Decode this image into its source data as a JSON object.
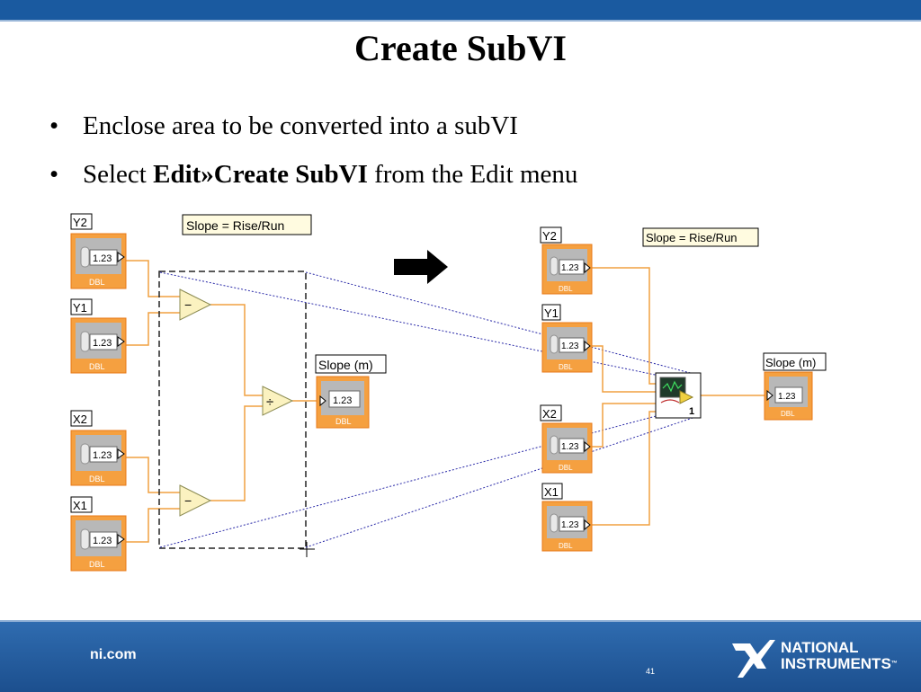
{
  "slide": {
    "title": "Create SubVI",
    "bullets": {
      "b1": "Enclose area to be converted into a subVI",
      "b2_prefix": "Select ",
      "b2_bold": "Edit»Create SubVI",
      "b2_suffix": " from the Edit menu"
    },
    "bullet_glyph": "•"
  },
  "diagram": {
    "before": {
      "controls": [
        {
          "label": "Y2",
          "value": "1.23",
          "type": "DBL"
        },
        {
          "label": "Y1",
          "value": "1.23",
          "type": "DBL"
        },
        {
          "label": "X2",
          "value": "1.23",
          "type": "DBL"
        },
        {
          "label": "X1",
          "value": "1.23",
          "type": "DBL"
        }
      ],
      "comment": "Slope = Rise/Run",
      "indicator": {
        "label": "Slope (m)",
        "value": "1.23",
        "type": "DBL"
      },
      "subtract_symbol": "−",
      "divide_symbol": "÷"
    },
    "arrow_icon": "right-arrow-icon",
    "after": {
      "controls": [
        {
          "label": "Y2",
          "value": "1.23",
          "type": "DBL"
        },
        {
          "label": "Y1",
          "value": "1.23",
          "type": "DBL"
        },
        {
          "label": "X2",
          "value": "1.23",
          "type": "DBL"
        },
        {
          "label": "X1",
          "value": "1.23",
          "type": "DBL"
        }
      ],
      "comment": "Slope = Rise/Run",
      "indicator": {
        "label": "Slope (m)",
        "value": "1.23",
        "type": "DBL"
      },
      "subvi_output_number": "1"
    }
  },
  "footer": {
    "site": "ni.com",
    "page_number": "41",
    "logo_line1": "NATIONAL",
    "logo_line2": "INSTRUMENTS",
    "logo_tm": "™"
  },
  "colors": {
    "header_blue": "#1a5aa0",
    "footer_blue": "#2f6cb0",
    "wire_orange": "#f0a040",
    "terminal_orange": "#e87a18",
    "selection_blue": "#2a2aa8"
  }
}
